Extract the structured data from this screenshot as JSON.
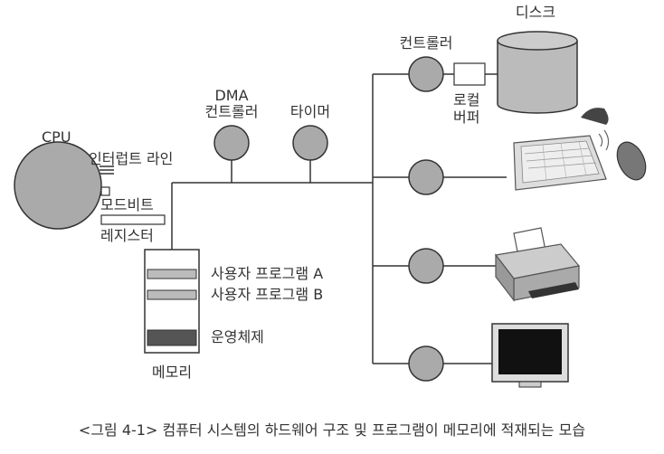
{
  "labels": {
    "cpu": "CPU",
    "interrupt_line": "인터럽트 라인",
    "mode_bit": "모드비트",
    "register": "레지스터",
    "dma_line1": "DMA",
    "dma_line2": "컨트롤러",
    "timer": "타이머",
    "controller": "컨트롤러",
    "disk": "디스크",
    "local_buffer_line1": "로컬",
    "local_buffer_line2": "버퍼",
    "user_program_a": "사용자 프로그램 A",
    "user_program_b": "사용자 프로그램 B",
    "os": "운영체제",
    "memory": "메모리"
  },
  "caption": "<그림 4-1> 컴퓨터 시스템의 하드웨어 구조 및 프로그램이 메모리에 적재되는 모습",
  "colors": {
    "device_fill": "#aaaaaa",
    "os_fill": "#555555",
    "user_program_fill": "#bbbbbb",
    "line": "#333333"
  },
  "icons": [
    "disk-icon",
    "keyboard-mouse-icon",
    "printer-icon",
    "monitor-icon"
  ]
}
